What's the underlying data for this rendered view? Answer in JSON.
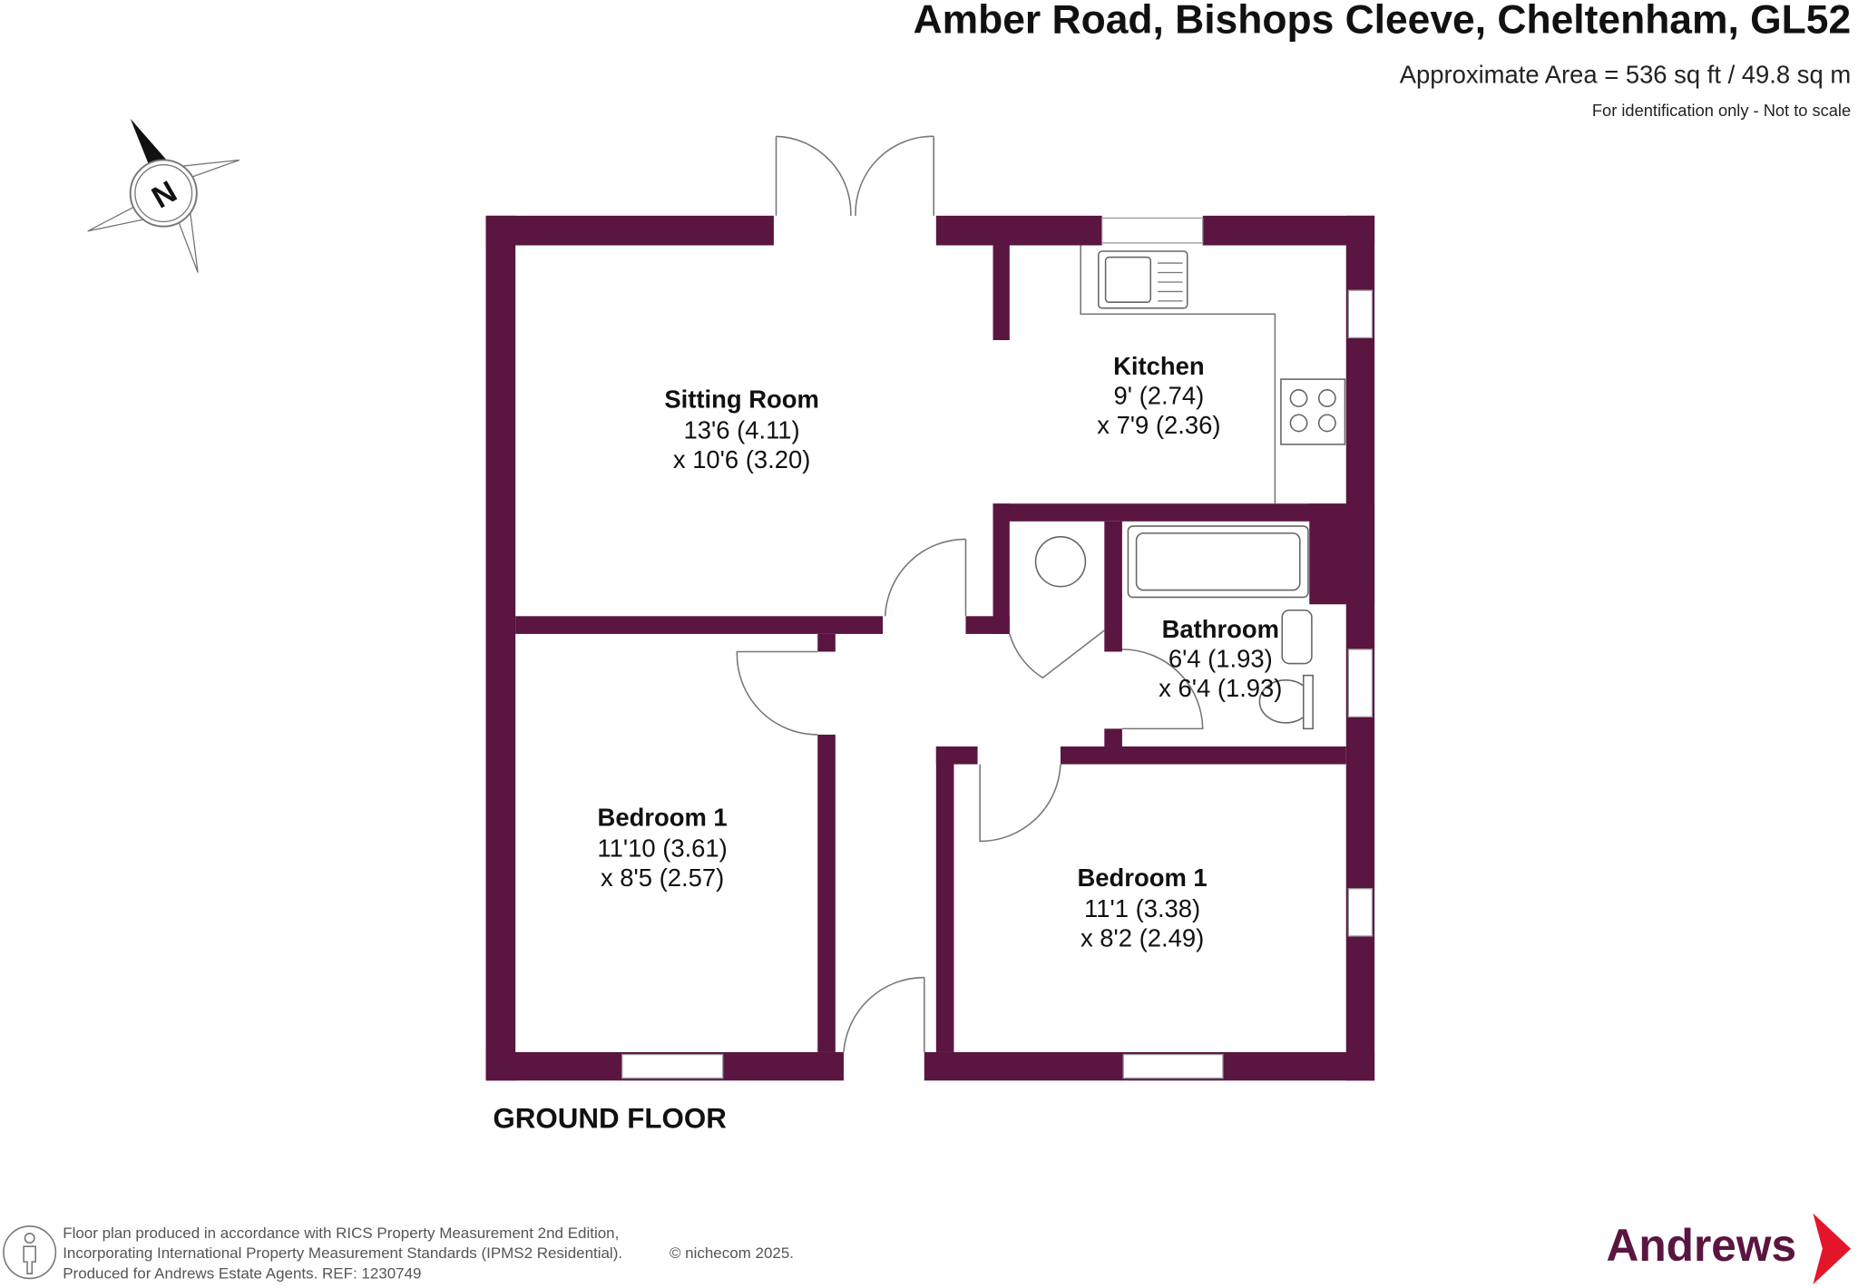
{
  "header": {
    "title": "Amber Road, Bishops Cleeve, Cheltenham, GL52",
    "area": "Approximate Area = 536 sq ft / 49.8 sq m",
    "note": "For identification only - Not to scale"
  },
  "compass": {
    "label": "N"
  },
  "rooms": [
    {
      "name": "Sitting Room",
      "dim1": "13'6 (4.11)",
      "dim2": "x 10'6 (3.20)"
    },
    {
      "name": "Kitchen",
      "dim1": "9' (2.74)",
      "dim2": "x 7'9 (2.36)"
    },
    {
      "name": "Bathroom",
      "dim1": "6'4 (1.93)",
      "dim2": "x 6'4 (1.93)"
    },
    {
      "name": "Bedroom 1",
      "dim1": "11'10 (3.61)",
      "dim2": "x 8'5 (2.57)"
    },
    {
      "name": "Bedroom 1",
      "dim1": "11'1 (3.38)",
      "dim2": "x 8'2 (2.49)"
    }
  ],
  "floor_label": "GROUND FLOOR",
  "footer": {
    "line1": "Floor plan produced in accordance with RICS Property Measurement 2nd Edition,",
    "line2": "Incorporating International Property Measurement Standards (IPMS2 Residential).",
    "copyright": "© nichecom 2025.",
    "line3": "Produced for Andrews Estate Agents.   REF: 1230749"
  },
  "brand": {
    "name": "Andrews",
    "color": "#5a1540",
    "accent": "#e3162b"
  }
}
